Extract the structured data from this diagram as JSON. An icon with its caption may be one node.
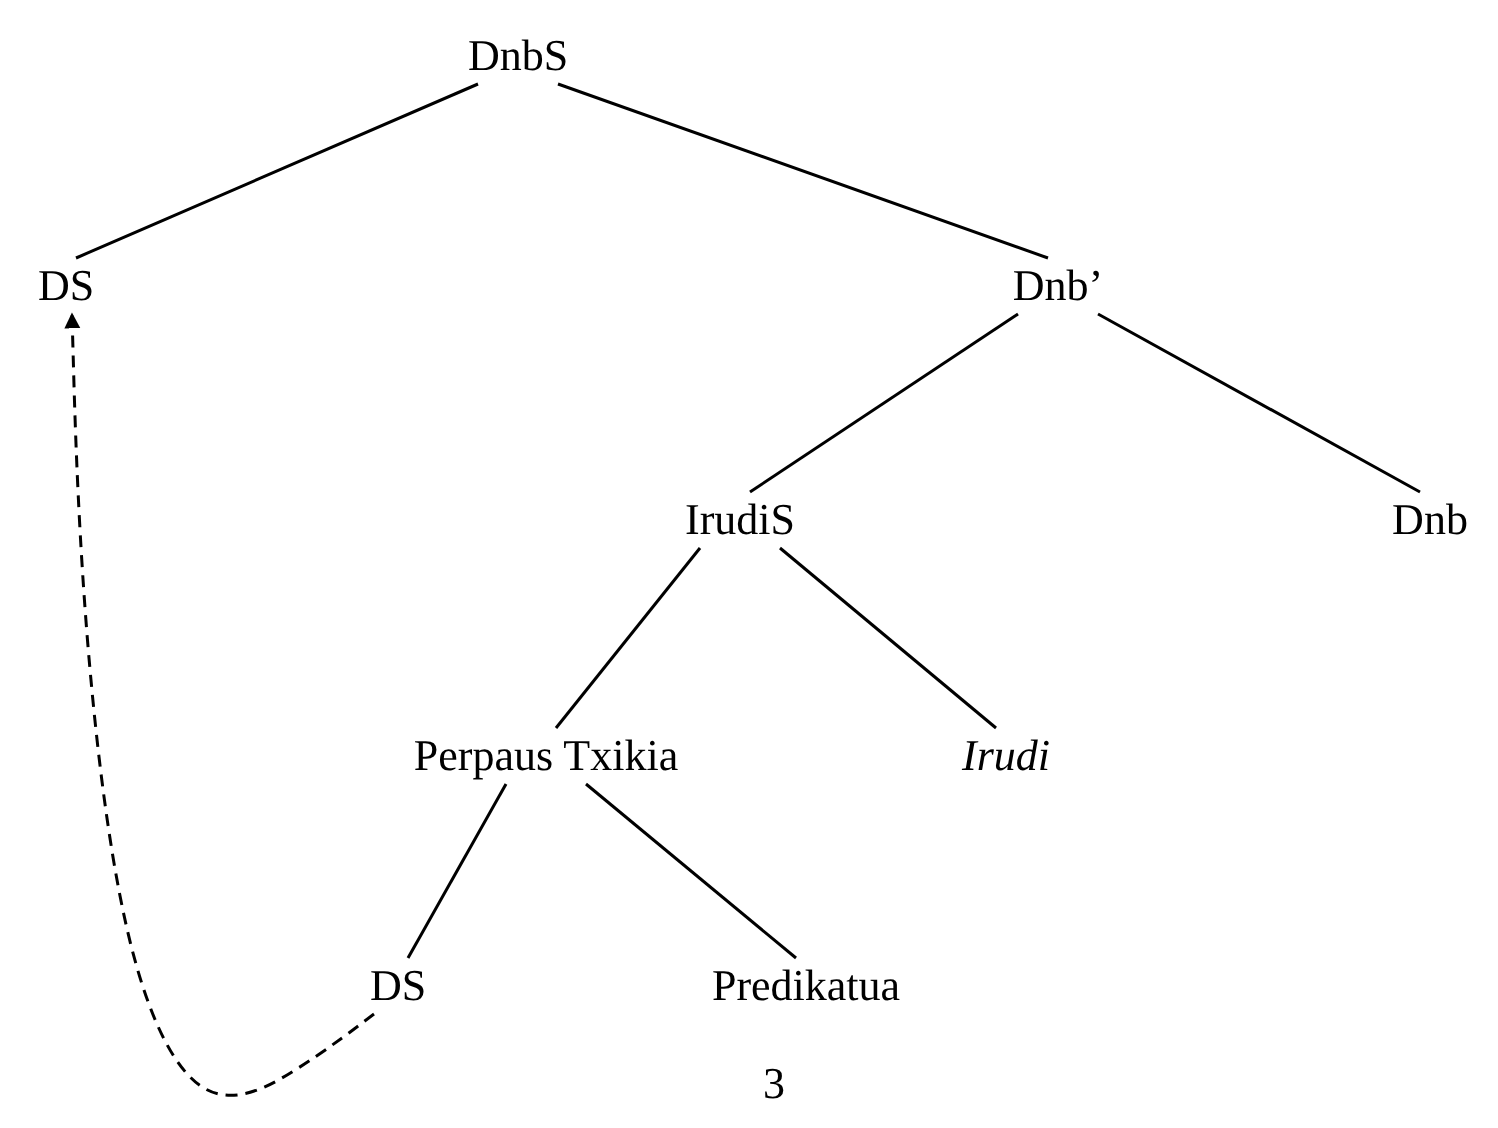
{
  "diagram": {
    "nodes": [
      {
        "text": [
          "DnbS"
        ]
      },
      {
        "text": [
          "DS"
        ]
      },
      {
        "text": [
          "Dnb’"
        ]
      },
      {
        "text": [
          "IrudiS"
        ]
      },
      {
        "text": [
          "Dnb"
        ]
      },
      {
        "text": [
          "Perpaus Txikia"
        ]
      },
      {
        "text": [
          "Irudi"
        ]
      },
      {
        "text": [
          "DS"
        ]
      },
      {
        "text": [
          "Predikatua"
        ]
      }
    ],
    "edges": [
      {
        "from": 0,
        "to": 1,
        "arrow": "none"
      },
      {
        "from": 0,
        "to": 2,
        "arrow": "none"
      },
      {
        "from": 2,
        "to": 3,
        "arrow": "none"
      },
      {
        "from": 2,
        "to": 4,
        "arrow": "none"
      },
      {
        "from": 3,
        "to": 5,
        "arrow": "none"
      },
      {
        "from": 3,
        "to": 6,
        "arrow": "none"
      },
      {
        "from": 5,
        "to": 7,
        "arrow": "none"
      },
      {
        "from": 5,
        "to": 8,
        "arrow": "none"
      },
      {
        "from": 7,
        "to": 1,
        "arrow": "to",
        "style": "dashed"
      }
    ],
    "labels": [
      "3"
    ]
  }
}
